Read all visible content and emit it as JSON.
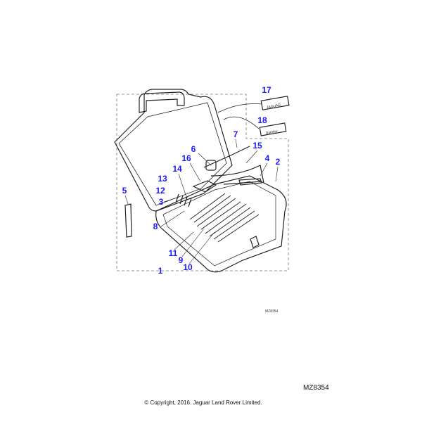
{
  "diagram": {
    "reference_small": "MZ8354",
    "reference_large": "MZ8354",
    "copyright": "© Copyright, 2016. Jaguar Land Rover Limited.",
    "badge_17_text": "JAGUAR",
    "badge_18_text": "Daimler",
    "callout_color": "#1a1aff",
    "callouts": [
      {
        "label": "1"
      },
      {
        "label": "2"
      },
      {
        "label": "3"
      },
      {
        "label": "4"
      },
      {
        "label": "5"
      },
      {
        "label": "6"
      },
      {
        "label": "7"
      },
      {
        "label": "8"
      },
      {
        "label": "9"
      },
      {
        "label": "10"
      },
      {
        "label": "11"
      },
      {
        "label": "12"
      },
      {
        "label": "13"
      },
      {
        "label": "14"
      },
      {
        "label": "15"
      },
      {
        "label": "16"
      },
      {
        "label": "17"
      },
      {
        "label": "18"
      }
    ]
  }
}
